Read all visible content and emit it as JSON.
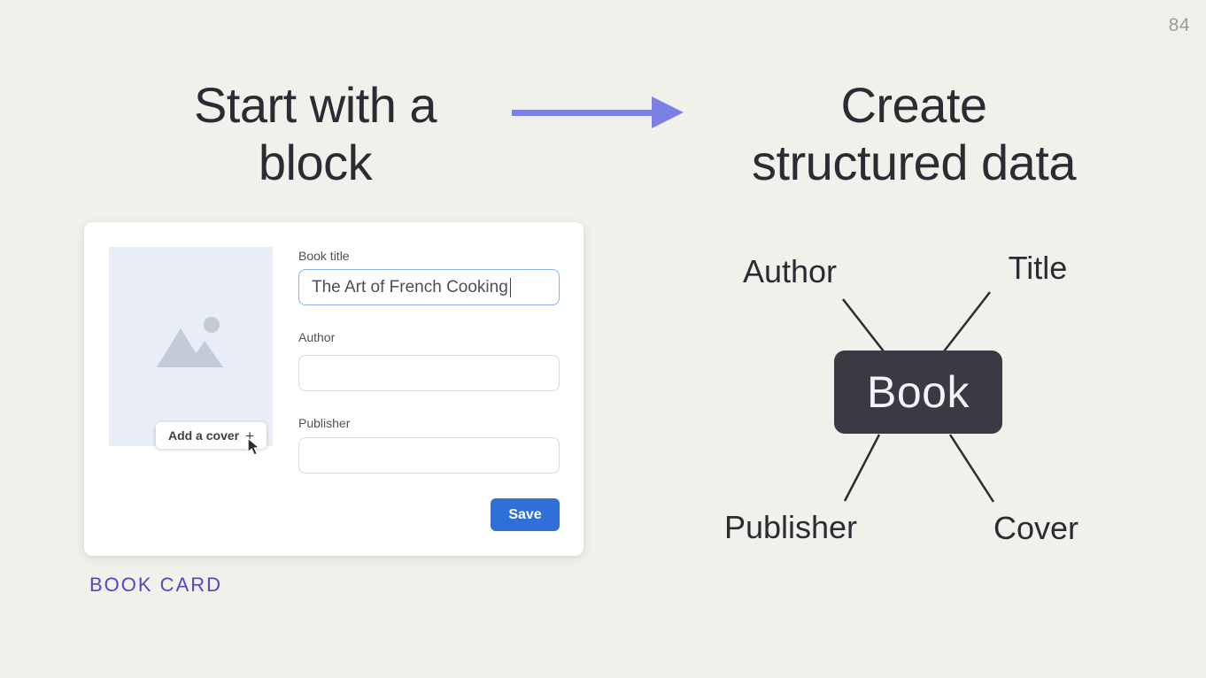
{
  "page_number": "84",
  "left_panel": {
    "heading_lines": [
      "Start with a",
      "block"
    ],
    "caption": "BOOK CARD",
    "card": {
      "cover": {
        "add_button_label": "Add a cover",
        "plus_glyph": "+"
      },
      "fields": [
        {
          "label": "Book title",
          "value": "The Art of French Cooking"
        },
        {
          "label": "Author",
          "value": ""
        },
        {
          "label": "Publisher",
          "value": ""
        }
      ],
      "save_label": "Save"
    }
  },
  "right_panel": {
    "heading_lines": [
      "Create",
      "structured data"
    ],
    "diagram": {
      "center_label": "Book",
      "nodes": [
        {
          "label": "Author",
          "position": "top-left"
        },
        {
          "label": "Title",
          "position": "top-right"
        },
        {
          "label": "Publisher",
          "position": "bottom-left"
        },
        {
          "label": "Cover",
          "position": "bottom-right"
        }
      ]
    }
  },
  "colors": {
    "background": "#f0f1ea",
    "heading_text": "#2c2b33",
    "arrow_purple": "#7b80e2",
    "caption_purple": "#5546c6",
    "save_button_blue": "#2e70d8",
    "book_box_dark": "#3b3a44",
    "focused_input_border": "#8ab4ef",
    "cover_placeholder": "#e9edf6",
    "page_number_gray": "#9b9b9f"
  }
}
